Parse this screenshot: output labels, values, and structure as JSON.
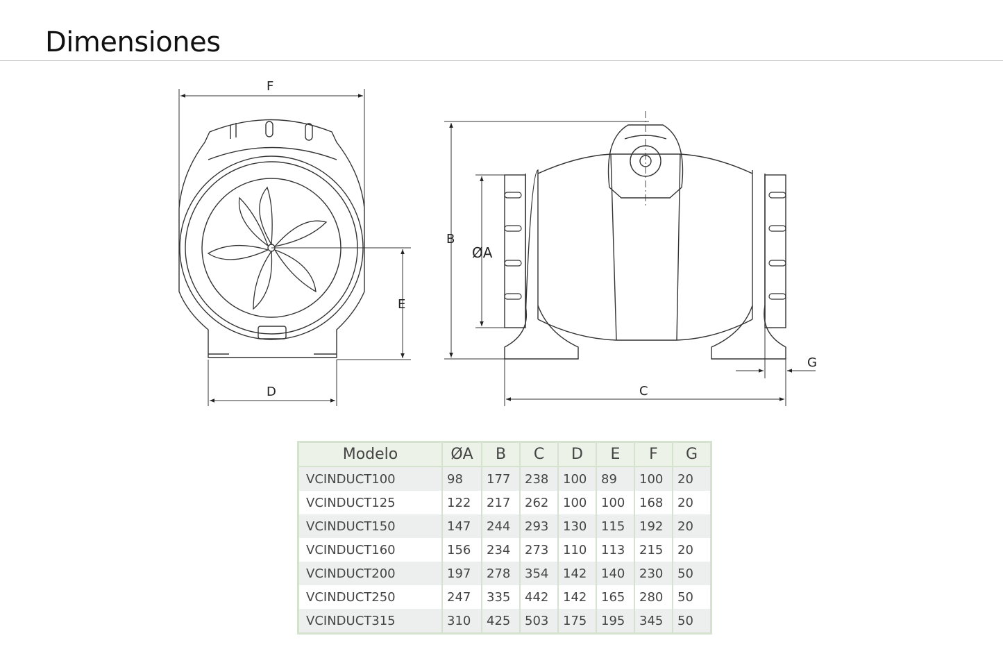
{
  "title": "Dimensiones",
  "dimension_labels": {
    "F": "F",
    "B": "B",
    "A": "ØA",
    "E": "E",
    "D": "D",
    "C": "C",
    "G": "G"
  },
  "table": {
    "headers": [
      "Modelo",
      "ØA",
      "B",
      "C",
      "D",
      "E",
      "F",
      "G"
    ],
    "rows": [
      [
        "VCINDUCT100",
        "98",
        "177",
        "238",
        "100",
        "89",
        "100",
        "20"
      ],
      [
        "VCINDUCT125",
        "122",
        "217",
        "262",
        "100",
        "100",
        "168",
        "20"
      ],
      [
        "VCINDUCT150",
        "147",
        "244",
        "293",
        "130",
        "115",
        "192",
        "20"
      ],
      [
        "VCINDUCT160",
        "156",
        "234",
        "273",
        "110",
        "113",
        "215",
        "20"
      ],
      [
        "VCINDUCT200",
        "197",
        "278",
        "354",
        "142",
        "140",
        "230",
        "50"
      ],
      [
        "VCINDUCT250",
        "247",
        "335",
        "442",
        "142",
        "165",
        "280",
        "50"
      ],
      [
        "VCINDUCT315",
        "310",
        "425",
        "503",
        "175",
        "195",
        "345",
        "50"
      ]
    ]
  }
}
